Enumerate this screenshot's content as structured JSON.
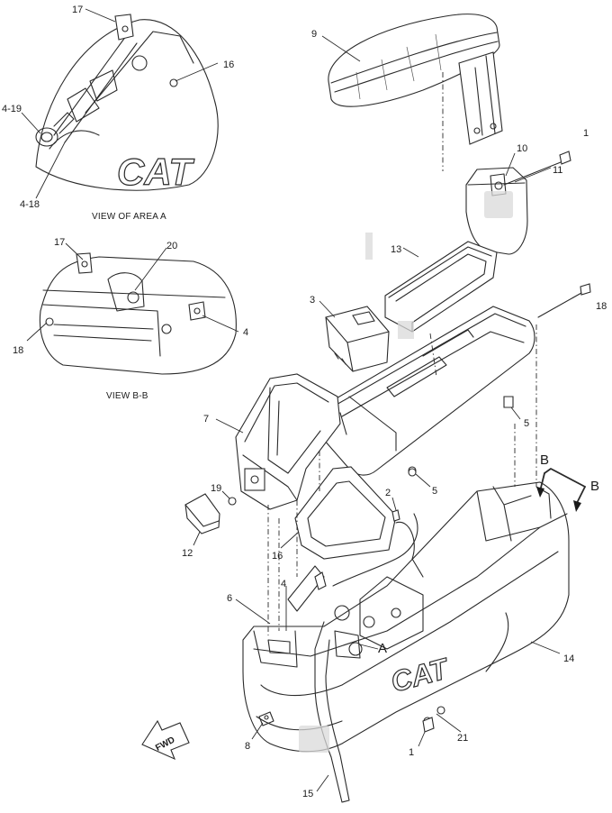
{
  "captions": {
    "view_area_a": "VIEW OF AREA A",
    "view_b_b": "VIEW B-B"
  },
  "callouts": {
    "c17_top": "17",
    "c16_top": "16",
    "c4_19": "4-19",
    "c4_18": "4-18",
    "c17_mid": "17",
    "c20": "20",
    "c18_left": "18",
    "c4_mid": "4",
    "c9": "9",
    "c10": "10",
    "c1_top": "1",
    "c11": "11",
    "c13": "13",
    "c3": "3",
    "c18_right": "18",
    "c5_right": "5",
    "c5_mid": "5",
    "c7": "7",
    "c19": "19",
    "c12": "12",
    "c2": "2",
    "c16": "16",
    "c6": "6",
    "c4_low": "4",
    "c14": "14",
    "c8": "8",
    "c21": "21",
    "c1_bottom": "1",
    "c15": "15"
  },
  "section_marks": {
    "b_upper": "B",
    "b_lower": "B",
    "a_mark": "A"
  },
  "fwd_label": "FWD",
  "brand_marks": {
    "cat_view_a": "CAT",
    "cat_console": "CAT"
  }
}
